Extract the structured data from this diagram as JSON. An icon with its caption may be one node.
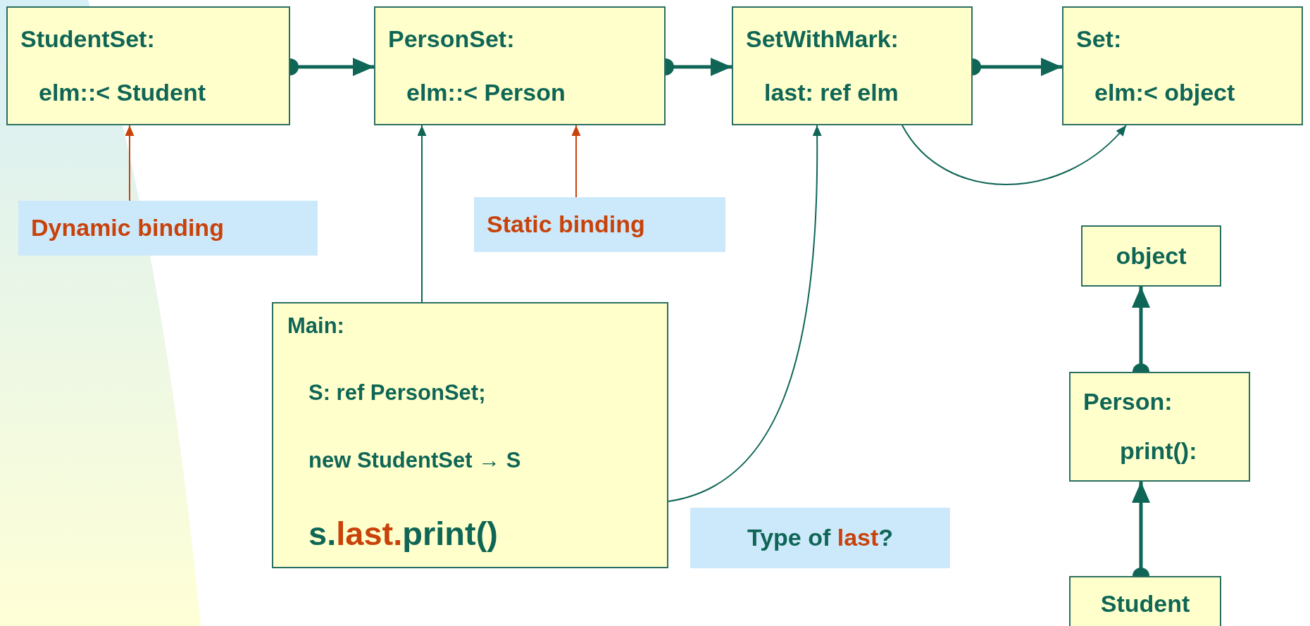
{
  "diagram": {
    "nodes": [
      {
        "text": [
          "StudentSet:",
          "elm::< Student"
        ]
      },
      {
        "text": [
          "PersonSet:",
          "elm::< Person"
        ]
      },
      {
        "text": [
          "SetWithMark:",
          "last: ref elm"
        ]
      },
      {
        "text": [
          "Set:",
          "elm:< object"
        ]
      },
      {
        "text": [
          "Dynamic binding"
        ]
      },
      {
        "text": [
          "Static binding"
        ]
      },
      {
        "text": [
          "object"
        ]
      },
      {
        "text": [
          "Main:",
          "S: ref PersonSet;",
          "new StudentSet → S",
          "s.**last.**print()"
        ]
      },
      {
        "text": [
          "Person:",
          "print():"
        ]
      },
      {
        "text": [
          "Student"
        ]
      },
      {
        "text": [
          "Type of **last**?"
        ]
      }
    ],
    "edges": [
      {
        "from": 0,
        "to": 1,
        "arrow": "to",
        "style": "thick"
      },
      {
        "from": 1,
        "to": 2,
        "arrow": "to",
        "style": "thick"
      },
      {
        "from": 2,
        "to": 3,
        "arrow": "to",
        "style": "thick"
      },
      {
        "from": 4,
        "to": 0,
        "arrow": "to",
        "color": "#c8420a"
      },
      {
        "from": 5,
        "to": 1,
        "arrow": "to",
        "color": "#c8420a"
      },
      {
        "from": 7,
        "to": 1,
        "arrow": "to"
      },
      {
        "from": 7,
        "to": 2,
        "arrow": "to"
      },
      {
        "from": 2,
        "to": 3,
        "arrow": "to"
      },
      {
        "from": 8,
        "to": 6,
        "arrow": "to",
        "style": "thick"
      },
      {
        "from": 9,
        "to": 8,
        "arrow": "to",
        "style": "thick"
      }
    ]
  }
}
